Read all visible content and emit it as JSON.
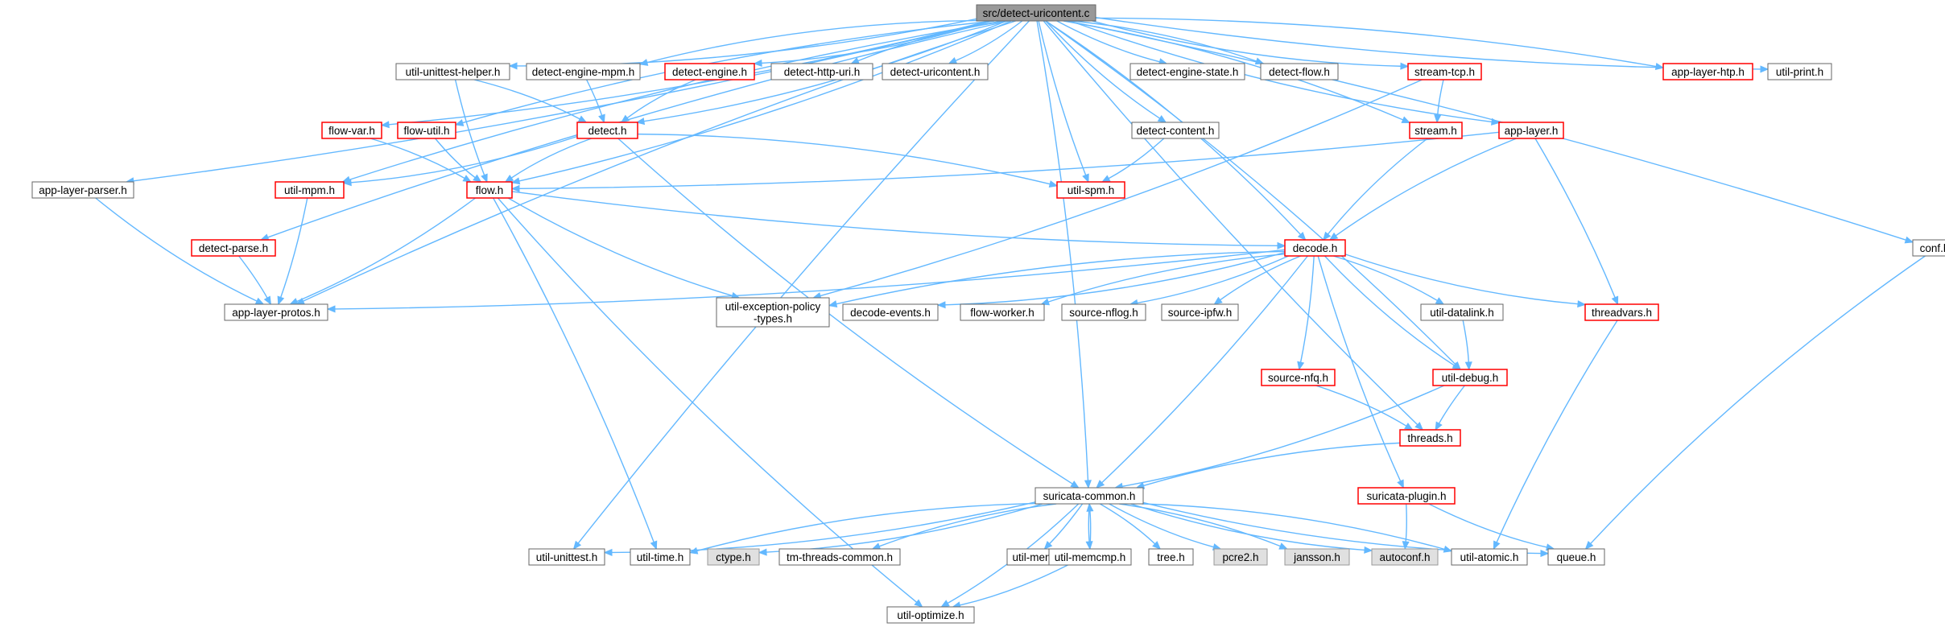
{
  "colors": {
    "edge": "#63b8ff",
    "normal_border": "#666666",
    "normal_fill": "#ffffff",
    "red_border": "#ff0000",
    "gray_fill": "#e0e0e0",
    "gray_border": "#999999",
    "root_fill": "#999999",
    "root_border": "#666666"
  },
  "graph": {
    "nodes": [
      {
        "id": "root",
        "label": "src/detect-uricontent.c",
        "kind": "root"
      },
      {
        "id": "util_unittest_helper",
        "label": "util-unittest-helper.h",
        "kind": "normal"
      },
      {
        "id": "detect_engine_mpm",
        "label": "detect-engine-mpm.h",
        "kind": "normal"
      },
      {
        "id": "detect_engine",
        "label": "detect-engine.h",
        "kind": "red"
      },
      {
        "id": "detect_http_uri",
        "label": "detect-http-uri.h",
        "kind": "normal"
      },
      {
        "id": "detect_uricontent_h",
        "label": "detect-uricontent.h",
        "kind": "normal"
      },
      {
        "id": "detect_engine_state",
        "label": "detect-engine-state.h",
        "kind": "normal"
      },
      {
        "id": "detect_flow",
        "label": "detect-flow.h",
        "kind": "normal"
      },
      {
        "id": "stream_tcp",
        "label": "stream-tcp.h",
        "kind": "red"
      },
      {
        "id": "app_layer_htp",
        "label": "app-layer-htp.h",
        "kind": "red"
      },
      {
        "id": "util_print",
        "label": "util-print.h",
        "kind": "normal"
      },
      {
        "id": "flow_var",
        "label": "flow-var.h",
        "kind": "red"
      },
      {
        "id": "flow_util",
        "label": "flow-util.h",
        "kind": "red"
      },
      {
        "id": "detect",
        "label": "detect.h",
        "kind": "red"
      },
      {
        "id": "detect_content",
        "label": "detect-content.h",
        "kind": "normal"
      },
      {
        "id": "stream",
        "label": "stream.h",
        "kind": "red"
      },
      {
        "id": "app_layer",
        "label": "app-layer.h",
        "kind": "red"
      },
      {
        "id": "app_layer_parser",
        "label": "app-layer-parser.h",
        "kind": "normal"
      },
      {
        "id": "util_mpm",
        "label": "util-mpm.h",
        "kind": "red"
      },
      {
        "id": "flow",
        "label": "flow.h",
        "kind": "red"
      },
      {
        "id": "util_spm",
        "label": "util-spm.h",
        "kind": "red"
      },
      {
        "id": "conf",
        "label": "conf.h",
        "kind": "normal"
      },
      {
        "id": "detect_parse",
        "label": "detect-parse.h",
        "kind": "red"
      },
      {
        "id": "decode",
        "label": "decode.h",
        "kind": "red"
      },
      {
        "id": "app_layer_protos",
        "label": "app-layer-protos.h",
        "kind": "normal"
      },
      {
        "id": "util_exception",
        "label": "util-exception-policy\n-types.h",
        "kind": "normal"
      },
      {
        "id": "decode_events",
        "label": "decode-events.h",
        "kind": "normal"
      },
      {
        "id": "flow_worker",
        "label": "flow-worker.h",
        "kind": "normal"
      },
      {
        "id": "source_nflog",
        "label": "source-nflog.h",
        "kind": "normal"
      },
      {
        "id": "source_ipfw",
        "label": "source-ipfw.h",
        "kind": "normal"
      },
      {
        "id": "util_datalink",
        "label": "util-datalink.h",
        "kind": "normal"
      },
      {
        "id": "threadvars",
        "label": "threadvars.h",
        "kind": "red"
      },
      {
        "id": "source_nfq",
        "label": "source-nfq.h",
        "kind": "red"
      },
      {
        "id": "util_debug",
        "label": "util-debug.h",
        "kind": "red"
      },
      {
        "id": "threads",
        "label": "threads.h",
        "kind": "red"
      },
      {
        "id": "suricata_common",
        "label": "suricata-common.h",
        "kind": "normal"
      },
      {
        "id": "suricata_plugin",
        "label": "suricata-plugin.h",
        "kind": "red"
      },
      {
        "id": "util_unittest",
        "label": "util-unittest.h",
        "kind": "normal"
      },
      {
        "id": "util_time",
        "label": "util-time.h",
        "kind": "normal"
      },
      {
        "id": "ctype",
        "label": "ctype.h",
        "kind": "gray"
      },
      {
        "id": "tm_threads_common",
        "label": "tm-threads-common.h",
        "kind": "normal"
      },
      {
        "id": "util_mem",
        "label": "util-mem.h",
        "kind": "normal"
      },
      {
        "id": "util_memcmp",
        "label": "util-memcmp.h",
        "kind": "normal"
      },
      {
        "id": "tree",
        "label": "tree.h",
        "kind": "normal"
      },
      {
        "id": "pcre2",
        "label": "pcre2.h",
        "kind": "gray"
      },
      {
        "id": "jansson",
        "label": "jansson.h",
        "kind": "gray"
      },
      {
        "id": "autoconf",
        "label": "autoconf.h",
        "kind": "gray"
      },
      {
        "id": "util_atomic",
        "label": "util-atomic.h",
        "kind": "normal"
      },
      {
        "id": "queue",
        "label": "queue.h",
        "kind": "normal"
      },
      {
        "id": "util_optimize",
        "label": "util-optimize.h",
        "kind": "normal"
      }
    ],
    "edges": [
      [
        "root",
        "util_unittest_helper"
      ],
      [
        "root",
        "detect_engine_mpm"
      ],
      [
        "root",
        "detect_engine"
      ],
      [
        "root",
        "detect_http_uri"
      ],
      [
        "root",
        "detect_uricontent_h"
      ],
      [
        "root",
        "detect_engine_state"
      ],
      [
        "root",
        "detect_flow"
      ],
      [
        "root",
        "stream_tcp"
      ],
      [
        "root",
        "app_layer_htp"
      ],
      [
        "root",
        "util_print"
      ],
      [
        "root",
        "flow_var"
      ],
      [
        "root",
        "flow_util"
      ],
      [
        "root",
        "detect"
      ],
      [
        "root",
        "detect_content"
      ],
      [
        "root",
        "stream"
      ],
      [
        "root",
        "app_layer"
      ],
      [
        "root",
        "app_layer_parser"
      ],
      [
        "root",
        "util_mpm"
      ],
      [
        "root",
        "flow"
      ],
      [
        "root",
        "util_spm"
      ],
      [
        "root",
        "conf"
      ],
      [
        "root",
        "detect_parse"
      ],
      [
        "root",
        "decode"
      ],
      [
        "root",
        "app_layer_protos"
      ],
      [
        "root",
        "util_debug"
      ],
      [
        "root",
        "threads"
      ],
      [
        "root",
        "suricata_common"
      ],
      [
        "root",
        "util_unittest"
      ],
      [
        "util_unittest_helper",
        "detect"
      ],
      [
        "util_unittest_helper",
        "flow"
      ],
      [
        "detect_engine_mpm",
        "detect"
      ],
      [
        "detect_engine",
        "detect"
      ],
      [
        "detect",
        "util_mpm"
      ],
      [
        "detect",
        "flow"
      ],
      [
        "detect",
        "util_spm"
      ],
      [
        "detect",
        "suricata_common"
      ],
      [
        "flow_var",
        "flow"
      ],
      [
        "flow_util",
        "flow"
      ],
      [
        "detect_content",
        "util_spm"
      ],
      [
        "stream_tcp",
        "stream"
      ],
      [
        "stream_tcp",
        "util_exception"
      ],
      [
        "stream",
        "decode"
      ],
      [
        "app_layer",
        "flow"
      ],
      [
        "app_layer",
        "decode"
      ],
      [
        "app_layer",
        "threadvars"
      ],
      [
        "app_layer_parser",
        "app_layer_protos"
      ],
      [
        "util_mpm",
        "app_layer_protos"
      ],
      [
        "flow",
        "decode"
      ],
      [
        "flow",
        "app_layer_protos"
      ],
      [
        "flow",
        "util_exception"
      ],
      [
        "flow",
        "util_time"
      ],
      [
        "flow",
        "util_optimize"
      ],
      [
        "detect_parse",
        "app_layer_protos"
      ],
      [
        "conf",
        "queue"
      ],
      [
        "decode",
        "app_layer_protos"
      ],
      [
        "decode",
        "util_exception"
      ],
      [
        "decode",
        "decode_events"
      ],
      [
        "decode",
        "flow_worker"
      ],
      [
        "decode",
        "source_nflog"
      ],
      [
        "decode",
        "source_ipfw"
      ],
      [
        "decode",
        "util_datalink"
      ],
      [
        "decode",
        "threadvars"
      ],
      [
        "decode",
        "source_nfq"
      ],
      [
        "decode",
        "util_debug"
      ],
      [
        "decode",
        "suricata_common"
      ],
      [
        "decode",
        "suricata_plugin"
      ],
      [
        "util_datalink",
        "util_debug"
      ],
      [
        "threadvars",
        "util_atomic"
      ],
      [
        "source_nfq",
        "threads"
      ],
      [
        "util_debug",
        "threads"
      ],
      [
        "util_debug",
        "suricata_common"
      ],
      [
        "threads",
        "suricata_common"
      ],
      [
        "suricata_plugin",
        "autoconf"
      ],
      [
        "suricata_plugin",
        "queue"
      ],
      [
        "suricata_common",
        "util_unittest"
      ],
      [
        "suricata_common",
        "util_time"
      ],
      [
        "suricata_common",
        "ctype"
      ],
      [
        "suricata_common",
        "tm_threads_common"
      ],
      [
        "suricata_common",
        "util_mem"
      ],
      [
        "suricata_common",
        "util_memcmp"
      ],
      [
        "suricata_common",
        "tree"
      ],
      [
        "suricata_common",
        "pcre2"
      ],
      [
        "suricata_common",
        "jansson"
      ],
      [
        "suricata_common",
        "autoconf"
      ],
      [
        "suricata_common",
        "util_atomic"
      ],
      [
        "suricata_common",
        "queue"
      ],
      [
        "suricata_common",
        "util_optimize"
      ],
      [
        "util_memcmp",
        "suricata_common"
      ],
      [
        "util_memcmp",
        "util_optimize"
      ]
    ]
  }
}
